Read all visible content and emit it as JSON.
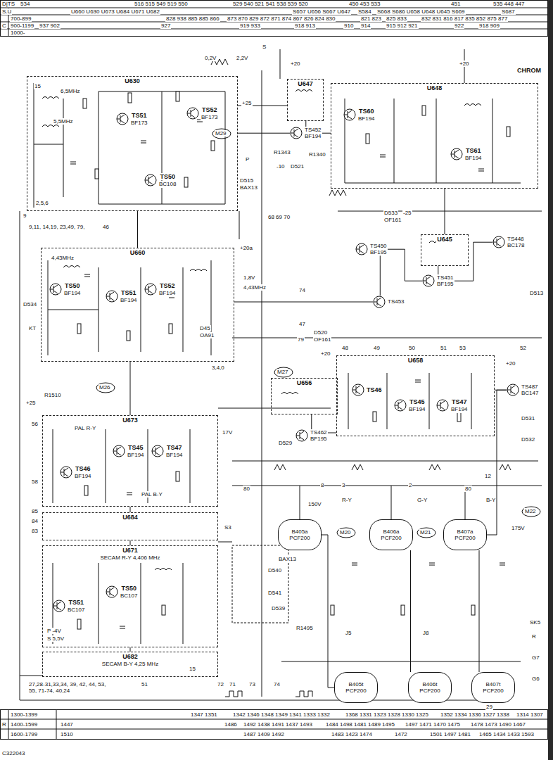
{
  "diagram": {
    "nodes": [
      {
        "text": [
          "U630"
        ]
      },
      {
        "text": [
          "TS51",
          "BF173"
        ],
        "in": 0
      },
      {
        "text": [
          "TS52",
          "BF173"
        ],
        "in": 0
      },
      {
        "text": [
          "TS50",
          "BC108"
        ],
        "in": 0
      },
      {
        "text": [
          "U647"
        ]
      },
      {
        "text": [
          "TS452",
          "BF194"
        ]
      },
      {
        "text": [
          "U648"
        ]
      },
      {
        "text": [
          "TS60",
          "BF194"
        ],
        "in": 6
      },
      {
        "text": [
          "TS61",
          "BF194"
        ],
        "in": 6
      },
      {
        "text": [
          "U660"
        ]
      },
      {
        "text": [
          "TS50",
          "BF194"
        ],
        "in": 9
      },
      {
        "text": [
          "TS51",
          "BF194"
        ],
        "in": 9
      },
      {
        "text": [
          "TS52",
          "BF194"
        ],
        "in": 9
      },
      {
        "text": [
          "U645"
        ]
      },
      {
        "text": [
          "TS450",
          "BF195"
        ]
      },
      {
        "text": [
          "TS451",
          "BF195"
        ]
      },
      {
        "text": [
          "TS453"
        ]
      },
      {
        "text": [
          "TS448",
          "BC178"
        ]
      },
      {
        "text": [
          "U656"
        ]
      },
      {
        "text": [
          "TS462",
          "BF195"
        ]
      },
      {
        "text": [
          "U658"
        ]
      },
      {
        "text": [
          "TS46"
        ],
        "in": 20
      },
      {
        "text": [
          "TS45",
          "BF194"
        ],
        "in": 20
      },
      {
        "text": [
          "TS47",
          "BF194"
        ],
        "in": 20
      },
      {
        "text": [
          "TS487",
          "BC147"
        ]
      },
      {
        "text": [
          "U673"
        ]
      },
      {
        "text": [
          "TS46",
          "BF194"
        ],
        "in": 25
      },
      {
        "text": [
          "TS45",
          "BF194"
        ],
        "in": 25
      },
      {
        "text": [
          "TS47",
          "BF194"
        ],
        "in": 25
      },
      {
        "text": [
          "U684"
        ]
      },
      {
        "text": [
          "U671",
          "SECAM R-Y 4,406 MHz"
        ]
      },
      {
        "text": [
          "TS51",
          "BC107"
        ],
        "in": 30
      },
      {
        "text": [
          "TS50",
          "BC107"
        ],
        "in": 30
      },
      {
        "text": [
          "U682",
          "SECAM B-Y 4,25 MHz"
        ]
      },
      {
        "text": [
          "B405a",
          "PCF200"
        ]
      },
      {
        "text": [
          "B406a",
          "PCF200"
        ]
      },
      {
        "text": [
          "B407a",
          "PCF200"
        ]
      },
      {
        "text": [
          "B405t",
          "PCF200"
        ]
      },
      {
        "text": [
          "B406t",
          "PCF200"
        ]
      },
      {
        "text": [
          "B407t",
          "PCF200"
        ]
      }
    ],
    "edges": [
      {
        "from": 0,
        "to": 9,
        "arrow": "none"
      },
      {
        "from": 0,
        "to": 5,
        "arrow": "none"
      },
      {
        "from": 4,
        "to": 5,
        "arrow": "none"
      },
      {
        "from": 5,
        "to": 6,
        "arrow": "none"
      },
      {
        "from": 6,
        "to": 13,
        "arrow": "none"
      },
      {
        "from": 9,
        "to": 16,
        "arrow": "none"
      },
      {
        "from": 16,
        "to": 14,
        "arrow": "none"
      },
      {
        "from": 14,
        "to": 15,
        "arrow": "none"
      },
      {
        "from": 13,
        "to": 15,
        "arrow": "none"
      },
      {
        "from": 15,
        "to": 17,
        "arrow": "none"
      },
      {
        "from": 9,
        "to": 25,
        "arrow": "none"
      },
      {
        "from": 25,
        "to": 29,
        "arrow": "none"
      },
      {
        "from": 29,
        "to": 30,
        "arrow": "none"
      },
      {
        "from": 30,
        "to": 33,
        "arrow": "none"
      },
      {
        "from": 18,
        "to": 19,
        "arrow": "none"
      },
      {
        "from": 19,
        "to": 20,
        "arrow": "none"
      },
      {
        "from": 20,
        "to": 24,
        "arrow": "none"
      },
      {
        "from": 24,
        "to": 36,
        "arrow": "none"
      },
      {
        "from": 34,
        "to": 37,
        "arrow": "none"
      },
      {
        "from": 35,
        "to": 38,
        "arrow": "none"
      },
      {
        "from": 36,
        "to": 39,
        "arrow": "none"
      }
    ],
    "labels": [
      "D|TS",
      "534",
      "516 515 549 519 550",
      "529 540 521 541 538 539 520",
      "450 453 533",
      "451",
      "535 448 447",
      "S.U",
      "U660 U630 U673 U684 U671 U682",
      "S657 U656 S667 U647",
      "S584",
      "S668 S686 U658 U648 U645 S669",
      "S687",
      "C",
      "700-899",
      "828 938 885 885 866",
      "873 870 829 872 871 874 867 826 824 830",
      "821 823",
      "825 833",
      "832 831 816 817 835 852 875 877",
      "900-1199",
      "937 902",
      "927",
      "919 933",
      "918 913",
      "910",
      "914",
      "915 912 921",
      "922",
      "918 909",
      "1000-",
      "CHROM",
      "0,2V",
      "2,2V",
      "S",
      "+20",
      "+20",
      "+25",
      "-10",
      "M29",
      "6,5MHz",
      "5,5MHz",
      "D515",
      "BAX13",
      "D521",
      "R1340",
      "R1343",
      "P",
      "9",
      "15",
      "2,5,6",
      "9,11, 14,19, 23,49, 79,",
      "46",
      "68 69 70",
      "4,43MHz",
      "4,43MHz",
      "+20a",
      "1,8V",
      "D534",
      "KT",
      "D45",
      "OA91",
      "3,4,0",
      "M26",
      "74",
      "47",
      "79",
      "48",
      "49",
      "50",
      "51",
      "53",
      "52",
      "D520",
      "OF161",
      "D533",
      "OF161",
      "-25",
      "D513",
      "M27",
      "D529",
      "+20",
      "+20",
      "D531",
      "D532",
      "80",
      "80",
      "8",
      "3",
      "2",
      "12",
      "150V",
      "R-Y",
      "G-Y",
      "B-Y",
      "175V",
      "M20",
      "M21",
      "M22",
      "SK5",
      "R",
      "G7",
      "G6",
      "29",
      "J5",
      "J8",
      "R1495",
      "R1510",
      "+25",
      "PAL R-Y",
      "PAL B-Y",
      "17V",
      "56",
      "58",
      "85",
      "84",
      "83",
      "S3",
      "D540",
      "D541",
      "D539",
      "BAX13",
      "P -4V",
      "S 5,5V",
      "15",
      "51",
      "72",
      "71",
      "73",
      "74",
      "27,28-31,33,34, 39, 42, 44, 53, 55, 71-74, 40,24",
      "1300-1399",
      "R",
      "1400-1599",
      "1600-1799",
      "1347 1351",
      "1342 1346 1348 1349 1341 1333 1332",
      "1368 1331 1323 1328 1330 1325",
      "1352 1334 1336 1327 1338",
      "1314 1307",
      "1447",
      "1486",
      "1492 1438 1491 1437 1493",
      "1484 1498 1481 1489 1495",
      "1497 1471 1470 1475",
      "1478 1473 1490 1467",
      "1510",
      "1487 1409 1492",
      "1483 1423 1474",
      "1472",
      "1501 1497 1481",
      "1465 1434 1433 1593",
      "C322043"
    ]
  }
}
